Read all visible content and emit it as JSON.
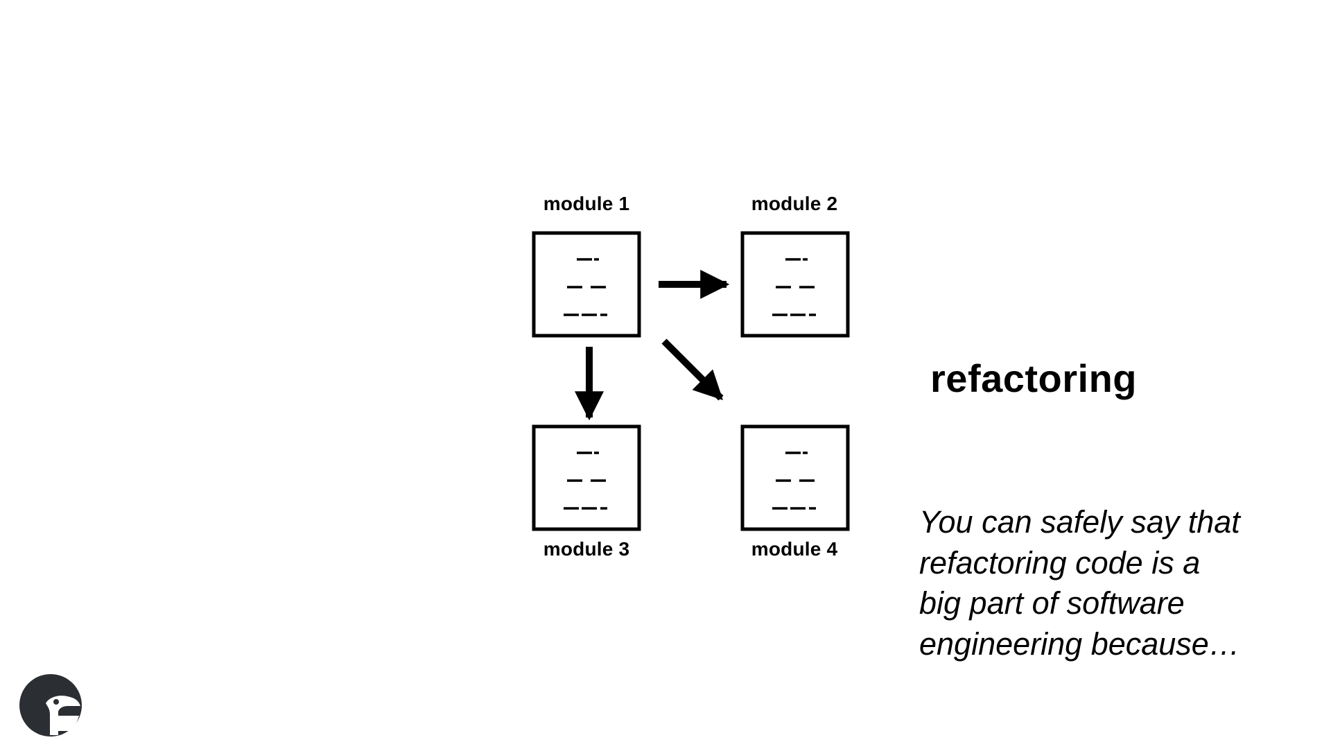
{
  "diagram": {
    "modules": [
      {
        "label": "module 1"
      },
      {
        "label": "module 2"
      },
      {
        "label": "module 3"
      },
      {
        "label": "module 4"
      }
    ],
    "arrows": [
      {
        "from": "module 1",
        "to": "module 2"
      },
      {
        "from": "module 1",
        "to": "module 3"
      },
      {
        "from": "module 1",
        "to": "module 4"
      }
    ]
  },
  "heading": "refactoring",
  "caption": {
    "lines": [
      "You can safely say that",
      "refactoring code is a",
      "big part of software",
      "engineering because…"
    ]
  },
  "logo": {
    "icon": "bird-head-logo-icon"
  },
  "colors": {
    "ink": "#000000",
    "logo": "#2b2e33",
    "background": "#ffffff"
  }
}
